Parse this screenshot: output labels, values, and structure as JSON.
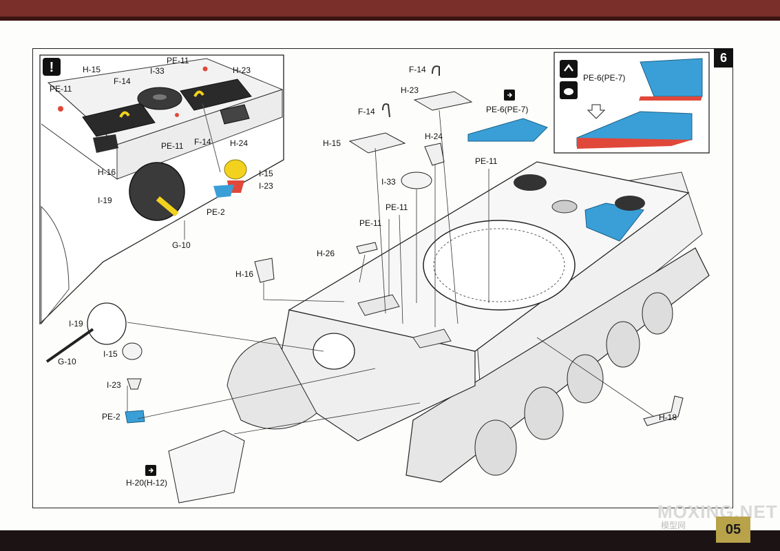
{
  "step": "6",
  "page_number": "05",
  "watermark": {
    "main": "MOXING.NET",
    "sub": "模型网"
  },
  "colors": {
    "accent_blue": "#3a9fd6",
    "accent_red": "#e0483a",
    "accent_yellow": "#f2d21e",
    "header_band": "#7a2f2a"
  },
  "inset_detail": {
    "warning_icon": "exclamation-icon",
    "labels": {
      "h15": "H-15",
      "pe11_a": "PE-11",
      "pe11_b": "PE-11",
      "pe11_c": "PE-11",
      "f14_a": "F-14",
      "f14_b": "F-14",
      "i33": "I-33",
      "h23": "H-23",
      "h24": "H-24",
      "h16": "H-16",
      "i19": "I-19",
      "i15": "I-15",
      "i23": "I-23",
      "pe2": "PE-2",
      "g10": "G-10"
    }
  },
  "pe_option": {
    "label": "PE-6(PE-7)",
    "icons": [
      "hatch-open-icon",
      "hatch-closed-icon"
    ]
  },
  "main_labels": {
    "f14_a": "F-14",
    "f14_b": "F-14",
    "h23": "H-23",
    "pe6": "PE-6(PE-7)",
    "h15": "H-15",
    "h24": "H-24",
    "pe11_a": "PE-11",
    "i33": "I-33",
    "pe11_b": "PE-11",
    "pe11_c": "PE-11",
    "h26": "H-26",
    "h16": "H-16",
    "i19": "I-19",
    "g10": "G-10",
    "i15": "I-15",
    "i23": "I-23",
    "pe2": "PE-2",
    "h18": "H-18",
    "h20": "H-20(H-12)"
  }
}
